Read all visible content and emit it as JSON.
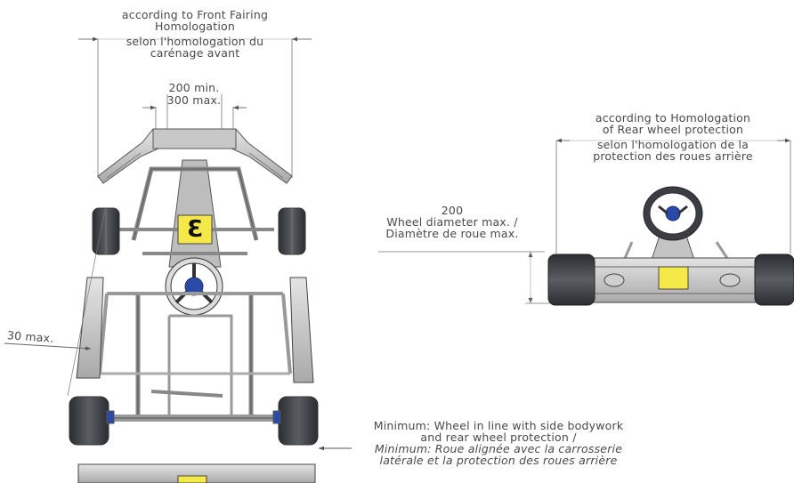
{
  "annotations": {
    "front_fairing": {
      "line1": "according to Front Fairing",
      "line2": "Homologation",
      "line3": "selon l'homologation du",
      "line4": "carénage avant"
    },
    "bumper_width": {
      "min": "200 min.",
      "max": "300 max."
    },
    "kart_number": "3",
    "side_offset": "30 max.",
    "rear_protection": {
      "line1": "according to Homologation",
      "line2": "of Rear wheel protection",
      "line3": "selon l'homologation de la",
      "line4": "protection des roues arrière"
    },
    "wheel_diameter": {
      "value": "200",
      "line1": "Wheel diameter max. /",
      "line2": "Diamètre de roue max."
    },
    "minimum_note": {
      "line1": "Minimum: Wheel in line with side bodywork",
      "line2": "and rear wheel protection /",
      "line3": "Minimum: Roue alignée avec la carrosserie",
      "line4": "latérale et la protection des roues arrière"
    }
  },
  "colors": {
    "number_plate": "#f5e94a",
    "steering_hub": "#2b4aa8",
    "tyre": "#3a3d42",
    "frame": "#c8c8c8",
    "line": "#555555"
  }
}
